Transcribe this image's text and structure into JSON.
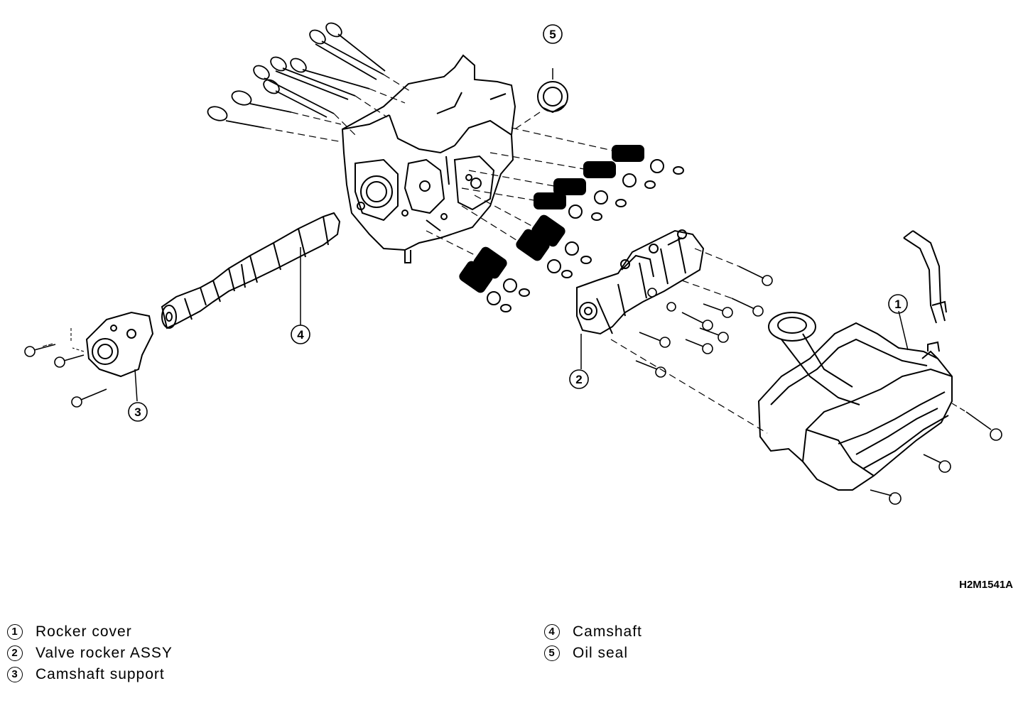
{
  "figure_code": "H2M1541A",
  "callouts": {
    "c1": "1",
    "c2": "2",
    "c3": "3",
    "c4": "4",
    "c5": "5"
  },
  "legend": {
    "left": [
      {
        "num": "1",
        "label": "Rocker cover"
      },
      {
        "num": "2",
        "label": "Valve rocker ASSY"
      },
      {
        "num": "3",
        "label": "Camshaft support"
      }
    ],
    "right": [
      {
        "num": "4",
        "label": "Camshaft"
      },
      {
        "num": "5",
        "label": "Oil seal"
      }
    ]
  }
}
